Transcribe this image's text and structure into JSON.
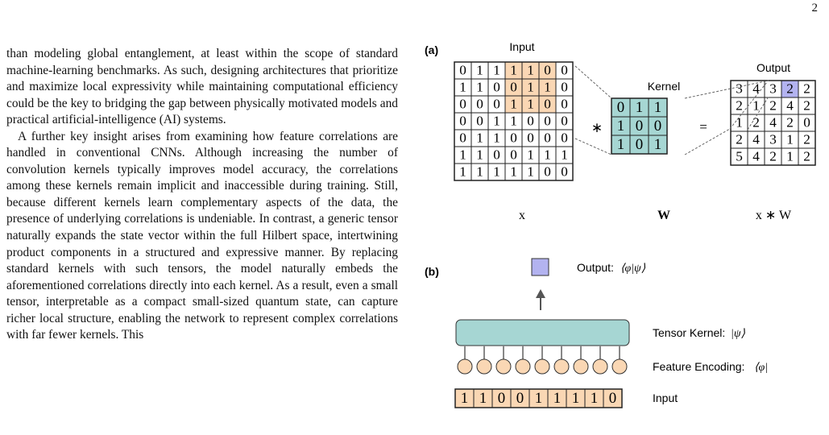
{
  "page_number": "2",
  "body_paragraphs": [
    "than modeling global entanglement, at least within the scope of standard machine-learning benchmarks. As such, designing architectures that prioritize and maximize local expressivity while maintaining computational efficiency could be the key to bridging the gap between physically motivated models and practical artificial-intelligence (AI) systems.",
    "A further key insight arises from examining how feature correlations are handled in conventional CNNs. Although increasing the number of convolution kernels typically improves model accuracy, the correlations among these kernels remain implicit and inaccessible during training. Still, because different kernels learn complementary aspects of the data, the presence of underlying correlations is undeniable. In contrast, a generic tensor naturally expands the state vector within the full Hilbert space, intertwining product components in a structured and expressive manner. By replacing standard kernels with such tensors, the model naturally embeds the aforementioned correlations directly into each kernel. As a result, even a small tensor, interpretable as a compact small-sized quantum state, can capture richer local structure, enabling the network to represent complex correlations with far fewer kernels. This"
  ],
  "figure": {
    "panel_a": {
      "label": "(a)",
      "input_title": "Input",
      "input_grid": [
        [
          "0",
          "1",
          "1",
          "1",
          "1",
          "0",
          "0"
        ],
        [
          "1",
          "1",
          "0",
          "0",
          "1",
          "1",
          "0"
        ],
        [
          "0",
          "0",
          "0",
          "1",
          "1",
          "0",
          "0"
        ],
        [
          "0",
          "0",
          "1",
          "1",
          "0",
          "0",
          "0"
        ],
        [
          "0",
          "1",
          "1",
          "0",
          "0",
          "0",
          "0"
        ],
        [
          "1",
          "1",
          "0",
          "0",
          "1",
          "1",
          "1"
        ],
        [
          "1",
          "1",
          "1",
          "1",
          "1",
          "0",
          "0"
        ]
      ],
      "kernel_title": "Kernel",
      "kernel_grid": [
        [
          "0",
          "1",
          "1"
        ],
        [
          "1",
          "0",
          "0"
        ],
        [
          "1",
          "0",
          "1"
        ]
      ],
      "output_title": "Output",
      "output_grid": [
        [
          "3",
          "4",
          "3",
          "2",
          "2"
        ],
        [
          "2",
          "1",
          "2",
          "4",
          "2"
        ],
        [
          "1",
          "2",
          "4",
          "2",
          "0"
        ],
        [
          "2",
          "4",
          "3",
          "1",
          "2"
        ],
        [
          "5",
          "4",
          "2",
          "1",
          "2"
        ]
      ],
      "conv_operator": "∗",
      "equals": "=",
      "x_label": "x",
      "w_label": "W",
      "xw_label": "x ∗ W",
      "colors": {
        "orange": "#fad7b4",
        "teal": "#a6d6d3",
        "purple": "#b3b3f0"
      }
    },
    "panel_b": {
      "label": "(b)",
      "output_label": "Output:",
      "output_math": "⟨φ|ψ⟩",
      "tensor_label": "Tensor Kernel:",
      "tensor_math": "|ψ⟩",
      "encoding_label": "Feature Encoding:",
      "encoding_math": "⟨φ|",
      "input_label": "Input",
      "input_bits": [
        "1",
        "1",
        "0",
        "0",
        "1",
        "1",
        "1",
        "1",
        "0"
      ]
    }
  }
}
